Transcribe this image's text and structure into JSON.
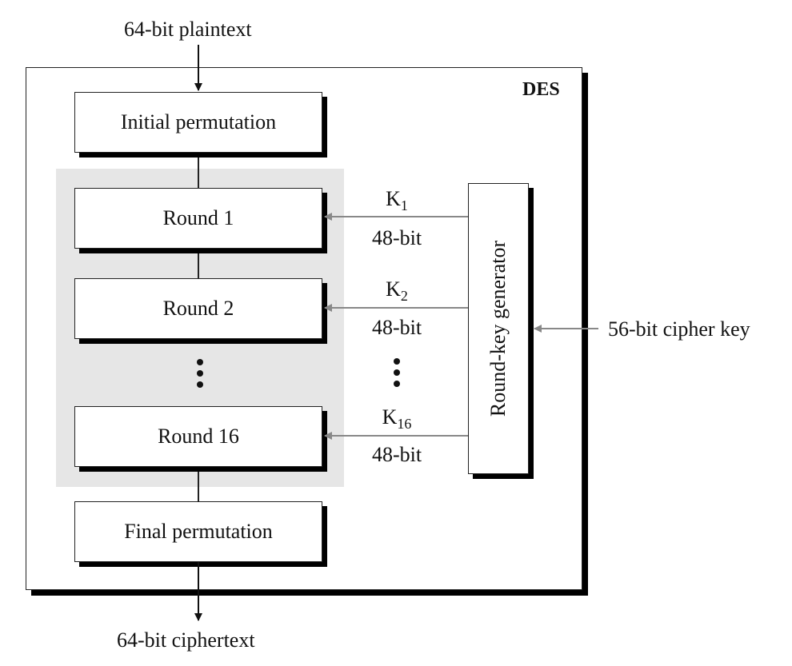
{
  "input_label": "64-bit plaintext",
  "output_label": "64-bit ciphertext",
  "des_label": "DES",
  "initial_permutation": "Initial permutation",
  "final_permutation": "Final permutation",
  "rounds": [
    "Round 1",
    "Round 2",
    "Round 16"
  ],
  "keys": [
    {
      "k": "K",
      "sub": "1",
      "bits": "48-bit"
    },
    {
      "k": "K",
      "sub": "2",
      "bits": "48-bit"
    },
    {
      "k": "K",
      "sub": "16",
      "bits": "48-bit"
    }
  ],
  "key_generator": "Round-key generator",
  "cipher_key_label": "56-bit cipher key",
  "colors": {
    "arrow_gray": "#888888",
    "panel_gray": "#e6e6e6",
    "line": "#222222"
  }
}
